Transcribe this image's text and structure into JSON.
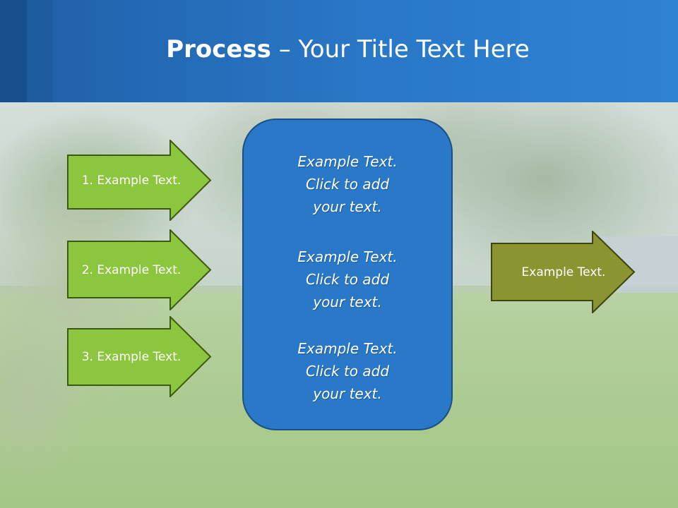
{
  "title": {
    "bold": "Process",
    "rest": " – Your Title Text Here"
  },
  "inputs": [
    {
      "label": "1. Example Text."
    },
    {
      "label": "2. Example Text."
    },
    {
      "label": "3. Example Text."
    }
  ],
  "center": {
    "blocks": [
      {
        "line1": "Example Text.",
        "line2": "Click  to add",
        "line3": "your text."
      },
      {
        "line1": "Example Text.",
        "line2": "Click  to add",
        "line3": "your text."
      },
      {
        "line1": "Example Text.",
        "line2": "Click  to add",
        "line3": "your text."
      }
    ]
  },
  "output": {
    "label": "Example Text."
  },
  "colors": {
    "header": "#2a78c8",
    "input_arrow_fill": "#8cc53e",
    "input_arrow_stroke": "#3a5a12",
    "output_arrow_fill": "#8a9431",
    "output_arrow_stroke": "#3c4410",
    "center_fill": "#2a78c8",
    "center_stroke": "#1b4f85"
  }
}
